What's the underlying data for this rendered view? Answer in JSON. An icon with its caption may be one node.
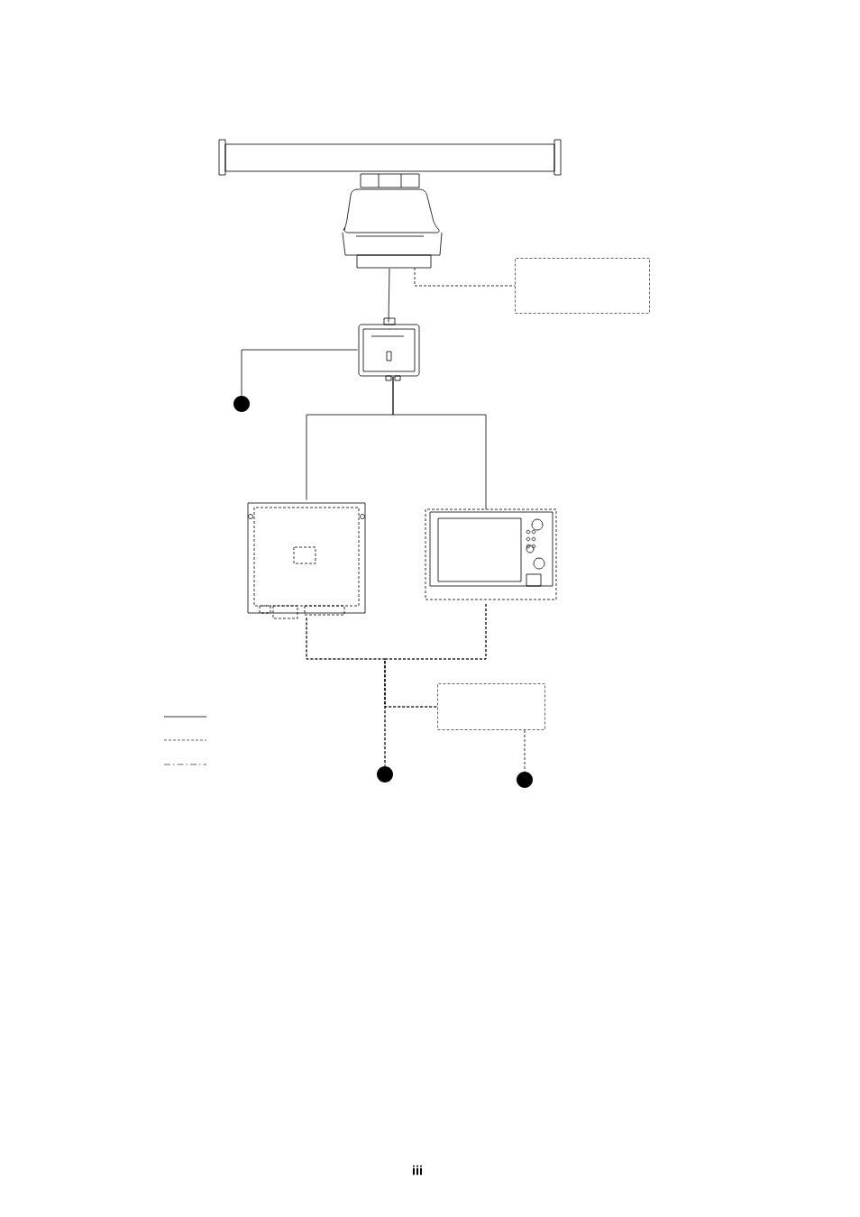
{
  "diagram": {
    "nodes": [
      {
        "text": [],
        "shape": "picture"
      },
      {
        "text": [],
        "shape": "box"
      },
      {
        "text": [],
        "shape": "picture"
      },
      {
        "text": [],
        "shape": "circle"
      },
      {
        "text": [],
        "shape": "picture"
      },
      {
        "text": [],
        "shape": "picture"
      },
      {
        "text": [],
        "shape": "box"
      },
      {
        "text": [],
        "shape": "circle"
      },
      {
        "text": [],
        "shape": "circle"
      }
    ],
    "edges": [
      {
        "from": 0,
        "to": 2,
        "arrow": "none"
      },
      {
        "from": 0,
        "to": 1,
        "arrow": "none",
        "style": "dashed"
      },
      {
        "from": 2,
        "to": 3,
        "arrow": "none"
      },
      {
        "from": 2,
        "to": 4,
        "arrow": "none"
      },
      {
        "from": 2,
        "to": 5,
        "arrow": "none"
      },
      {
        "from": 4,
        "to": 7,
        "arrow": "none",
        "style": "dashed"
      },
      {
        "from": 5,
        "to": 7,
        "arrow": "none",
        "style": "dashed"
      },
      {
        "from": 4,
        "to": 6,
        "arrow": "none",
        "style": "dashed"
      },
      {
        "from": 5,
        "to": 6,
        "arrow": "none",
        "style": "dashed"
      },
      {
        "from": 6,
        "to": 8,
        "arrow": "none",
        "style": "dashed"
      }
    ],
    "labels": [
      "iii"
    ]
  }
}
